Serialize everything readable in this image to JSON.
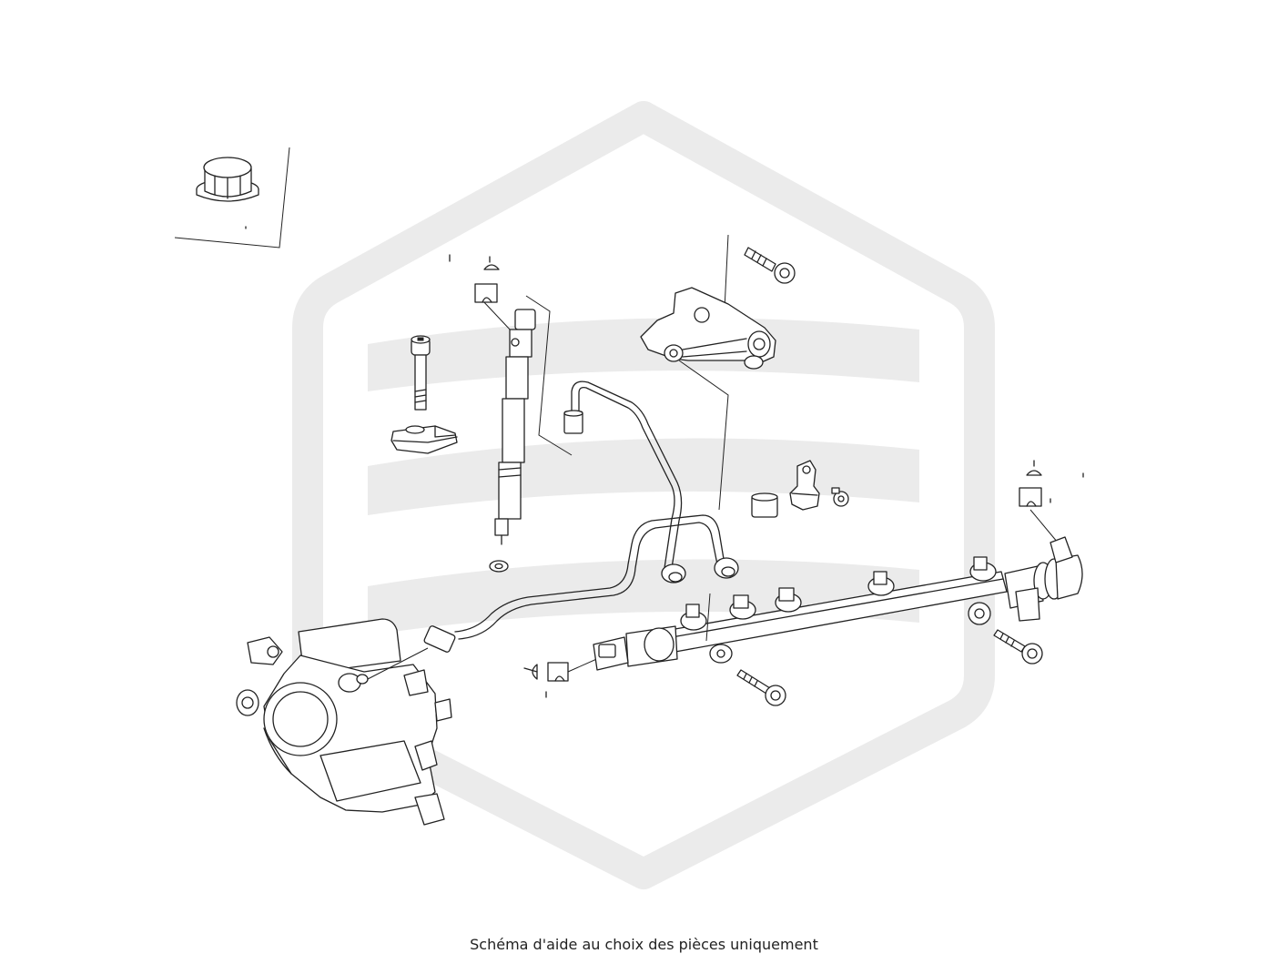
{
  "caption": "Schéma d'aide au choix des pièces uniquement",
  "colors": {
    "watermark": "#ebebeb",
    "line": "#222222",
    "background": "#ffffff"
  },
  "watermark": {
    "type": "hexagon-logo"
  },
  "parts": [
    "cap-nut",
    "socket-bolt",
    "injector-clamp",
    "injector",
    "injector-washer",
    "bracket",
    "bracket-bolt",
    "injector-pipe",
    "pump-pipe",
    "fuel-rail",
    "rail-pressure-sensor",
    "rail-pressure-valve",
    "rail-bolt-left",
    "rail-bolt-right",
    "sensor-clip",
    "small-nut",
    "spacer",
    "high-pressure-pump"
  ]
}
